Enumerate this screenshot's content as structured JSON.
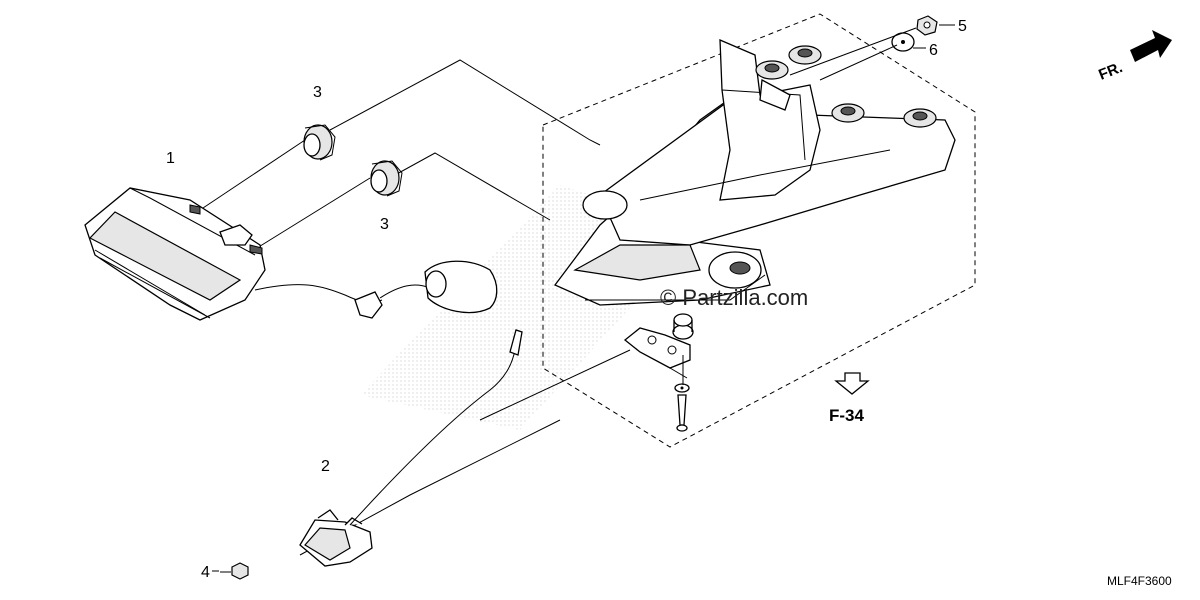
{
  "diagram": {
    "callouts": [
      {
        "id": "1",
        "label": "1"
      },
      {
        "id": "2",
        "label": "2"
      },
      {
        "id": "3a",
        "label": "3"
      },
      {
        "id": "3b",
        "label": "3"
      },
      {
        "id": "4",
        "label": "4"
      },
      {
        "id": "5",
        "label": "5"
      },
      {
        "id": "6",
        "label": "6"
      }
    ],
    "reference": "F-34",
    "direction_label": "FR.",
    "watermark": "© Partzilla.com",
    "diagram_code": "MLF4F3600"
  }
}
